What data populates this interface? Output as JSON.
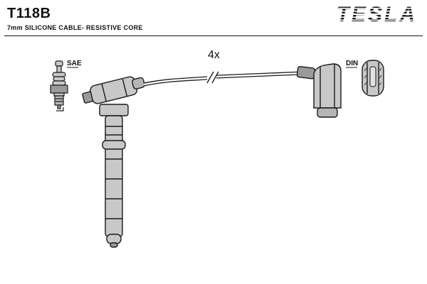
{
  "header": {
    "part_number": "T118B",
    "subtitle": "7mm SILICONE CABLE- RESISTIVE CORE",
    "brand": "TESLA"
  },
  "diagram": {
    "quantity_label": "4x",
    "left_connector_label": "SAE",
    "right_connector_label": "DIN"
  },
  "colors": {
    "line": "#1a1a1a",
    "part_fill": "#c8c8c8",
    "background": "#ffffff"
  }
}
